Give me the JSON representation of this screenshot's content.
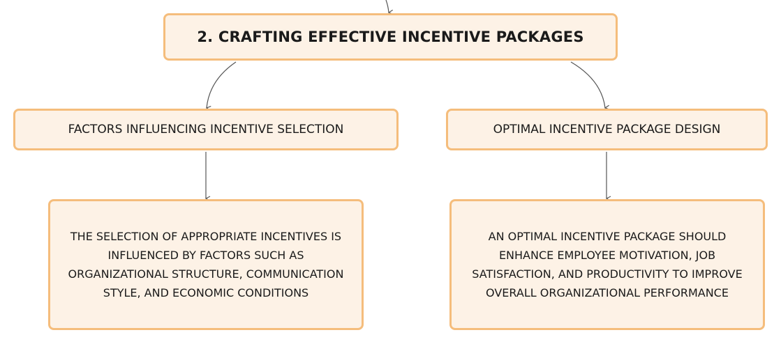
{
  "root": {
    "title": "2. CRAFTING EFFECTIVE INCENTIVE PACKAGES"
  },
  "branches": [
    {
      "heading": "FACTORS INFLUENCING INCENTIVE SELECTION",
      "detail_lines": [
        "THE SELECTION OF APPROPRIATE INCENTIVES IS",
        "INFLUENCED BY FACTORS SUCH AS",
        "ORGANIZATIONAL STRUCTURE, COMMUNICATION",
        "STYLE, AND ECONOMIC CONDITIONS"
      ]
    },
    {
      "heading": "OPTIMAL INCENTIVE PACKAGE DESIGN",
      "detail_lines": [
        "AN OPTIMAL INCENTIVE PACKAGE SHOULD",
        "ENHANCE EMPLOYEE MOTIVATION, JOB",
        "SATISFACTION, AND PRODUCTIVITY TO IMPROVE",
        "OVERALL ORGANIZATIONAL PERFORMANCE"
      ]
    }
  ],
  "colors": {
    "node_fill": "#fdf2e6",
    "node_border": "#f5bd7c",
    "connector": "#555555"
  }
}
